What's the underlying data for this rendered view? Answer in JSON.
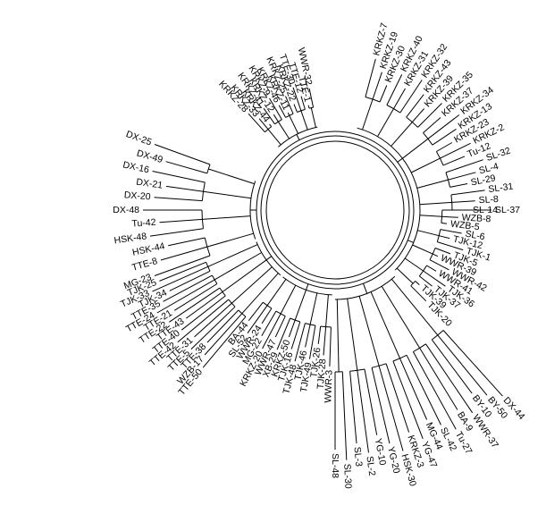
{
  "figure": {
    "type": "circular-dendrogram"
  },
  "clusters": [
    {
      "id": "top-left",
      "leaves": [
        "KRKZ-28",
        "KRKZ-33",
        "KRKZ-44",
        "KRKZ-41",
        "KRKZ-12",
        "KRKZ-9",
        "KRKZ-46",
        "KRKZ-11",
        "KRKZ-25",
        "KRKZ-22",
        "TTE-30",
        "TTE-12",
        "TTE-1",
        "WWR-32"
      ]
    },
    {
      "id": "left-upper",
      "leaves": [
        "MG-23",
        "TTE-8",
        "HSK-44",
        "HSK-48",
        "Tu-42",
        "DX-48",
        "DX-20",
        "DX-21",
        "DX-16",
        "DX-49",
        "DX-25"
      ]
    },
    {
      "id": "left-middle",
      "leaves": [
        "TTE-50",
        "WZB-17",
        "TTE-38",
        "TTE-5",
        "TTE-31",
        "TTE-42",
        "TTE-40",
        "TTE-43",
        "TTE-22",
        "TTE-21",
        "TTE-24",
        "TTE-35",
        "TJK-34",
        "TJK-33",
        "TJK-25"
      ]
    },
    {
      "id": "bottom-left",
      "leaves": [
        "WWR-3",
        "TJK-28",
        "TJK-26",
        "TJK-49",
        "TJK-46",
        "TJK-48",
        "TJK-16",
        "KRKZ-50",
        "XB-29",
        "WWR-47",
        "KRKZ-20",
        "MG-22",
        "WWR-24",
        "SL-52",
        "BA-44"
      ]
    },
    {
      "id": "bottom",
      "leaves": [
        "DX-44",
        "BY-50",
        "BY-10",
        "WWR-37",
        "BA-9",
        "Tu-27",
        "SL-42",
        "MG-44",
        "YG-47",
        "KRKZ-3",
        "HSK-30",
        "YG-20",
        "YG-10",
        "SL-2",
        "SL-3",
        "SL-30",
        "SL-48"
      ]
    },
    {
      "id": "right",
      "leaves": [
        "SL-14",
        "WZB-8",
        "WZB-5",
        "SL-6",
        "TJK-12",
        "TJK-1",
        "TJK-5",
        "WWR-39",
        "WWR-42",
        "WWR-41",
        "TJK-36",
        "TJK-37",
        "TJK-39",
        "TJK-20"
      ]
    },
    {
      "id": "top-right",
      "leaves": [
        "KRKZ-7",
        "KRKZ-19",
        "KRKZ-30",
        "KRKZ-40",
        "KRKZ-31",
        "KRKZ-32",
        "KRKZ-43",
        "KRKZ-39",
        "KRKZ-35",
        "KRKZ-37",
        "KRKZ-34",
        "KRKZ-13",
        "KRKZ-23",
        "KRKZ-2",
        "Tu-12",
        "SL-32",
        "SL-4",
        "SL-29",
        "SL-31",
        "SL-8",
        "SL-37"
      ]
    }
  ]
}
